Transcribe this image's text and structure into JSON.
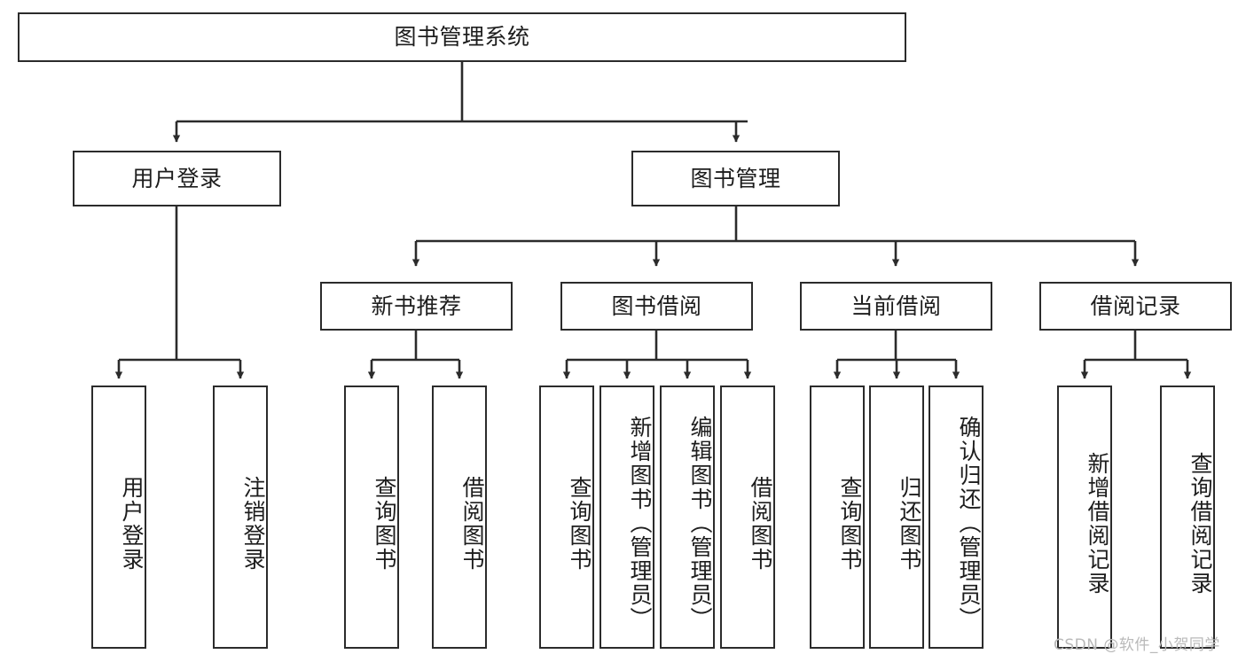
{
  "diagram": {
    "title": "图书管理系统",
    "type": "hierarchy-tree",
    "style": {
      "box_border_color": "#2b2b2b",
      "box_fill_color": "#ffffff",
      "line_color": "#2b2b2b",
      "text_color": "#1d1d1d",
      "background_color": "#ffffff",
      "watermark_color": "#b9b9b9"
    },
    "levels": [
      {
        "level": 1,
        "nodes": [
          {
            "id": "root",
            "label": "图书管理系统",
            "orientation": "horizontal"
          }
        ]
      },
      {
        "level": 2,
        "nodes": [
          {
            "id": "user-login",
            "label": "用户登录",
            "orientation": "horizontal",
            "parent": "root"
          },
          {
            "id": "book-manage",
            "label": "图书管理",
            "orientation": "horizontal",
            "parent": "root"
          }
        ]
      },
      {
        "level": 3,
        "nodes": [
          {
            "id": "new-book-recommend",
            "label": "新书推荐",
            "orientation": "horizontal",
            "parent": "book-manage"
          },
          {
            "id": "book-borrow",
            "label": "图书借阅",
            "orientation": "horizontal",
            "parent": "book-manage"
          },
          {
            "id": "current-borrow",
            "label": "当前借阅",
            "orientation": "horizontal",
            "parent": "book-manage"
          },
          {
            "id": "borrow-record",
            "label": "借阅记录",
            "orientation": "horizontal",
            "parent": "book-manage"
          }
        ]
      },
      {
        "level": 4,
        "nodes": [
          {
            "id": "leaf-user-login",
            "label": "用户登录",
            "orientation": "vertical",
            "parent": "user-login"
          },
          {
            "id": "leaf-logout-login",
            "label": "注销登录",
            "orientation": "vertical",
            "parent": "user-login"
          },
          {
            "id": "leaf-query-book-1",
            "label": "查询图书",
            "orientation": "vertical",
            "parent": "new-book-recommend"
          },
          {
            "id": "leaf-borrow-book-1",
            "label": "借阅图书",
            "orientation": "vertical",
            "parent": "new-book-recommend"
          },
          {
            "id": "leaf-query-book-2",
            "label": "查询图书",
            "orientation": "vertical",
            "parent": "book-borrow"
          },
          {
            "id": "leaf-add-book",
            "label": "新增图书（管理员）",
            "orientation": "vertical",
            "parent": "book-borrow"
          },
          {
            "id": "leaf-edit-book",
            "label": "编辑图书（管理员）",
            "orientation": "vertical",
            "parent": "book-borrow"
          },
          {
            "id": "leaf-borrow-book-2",
            "label": "借阅图书",
            "orientation": "vertical",
            "parent": "book-borrow"
          },
          {
            "id": "leaf-query-book-3",
            "label": "查询图书",
            "orientation": "vertical",
            "parent": "current-borrow"
          },
          {
            "id": "leaf-return-book",
            "label": "归还图书",
            "orientation": "vertical",
            "parent": "current-borrow"
          },
          {
            "id": "leaf-confirm-return",
            "label": "确认归还（管理员）",
            "orientation": "vertical",
            "parent": "current-borrow"
          },
          {
            "id": "leaf-add-record",
            "label": "新增借阅记录",
            "orientation": "vertical",
            "parent": "borrow-record"
          },
          {
            "id": "leaf-query-record",
            "label": "查询借阅记录",
            "orientation": "vertical",
            "parent": "borrow-record"
          }
        ]
      }
    ],
    "watermark": "CSDN @软件_小贺同学"
  }
}
